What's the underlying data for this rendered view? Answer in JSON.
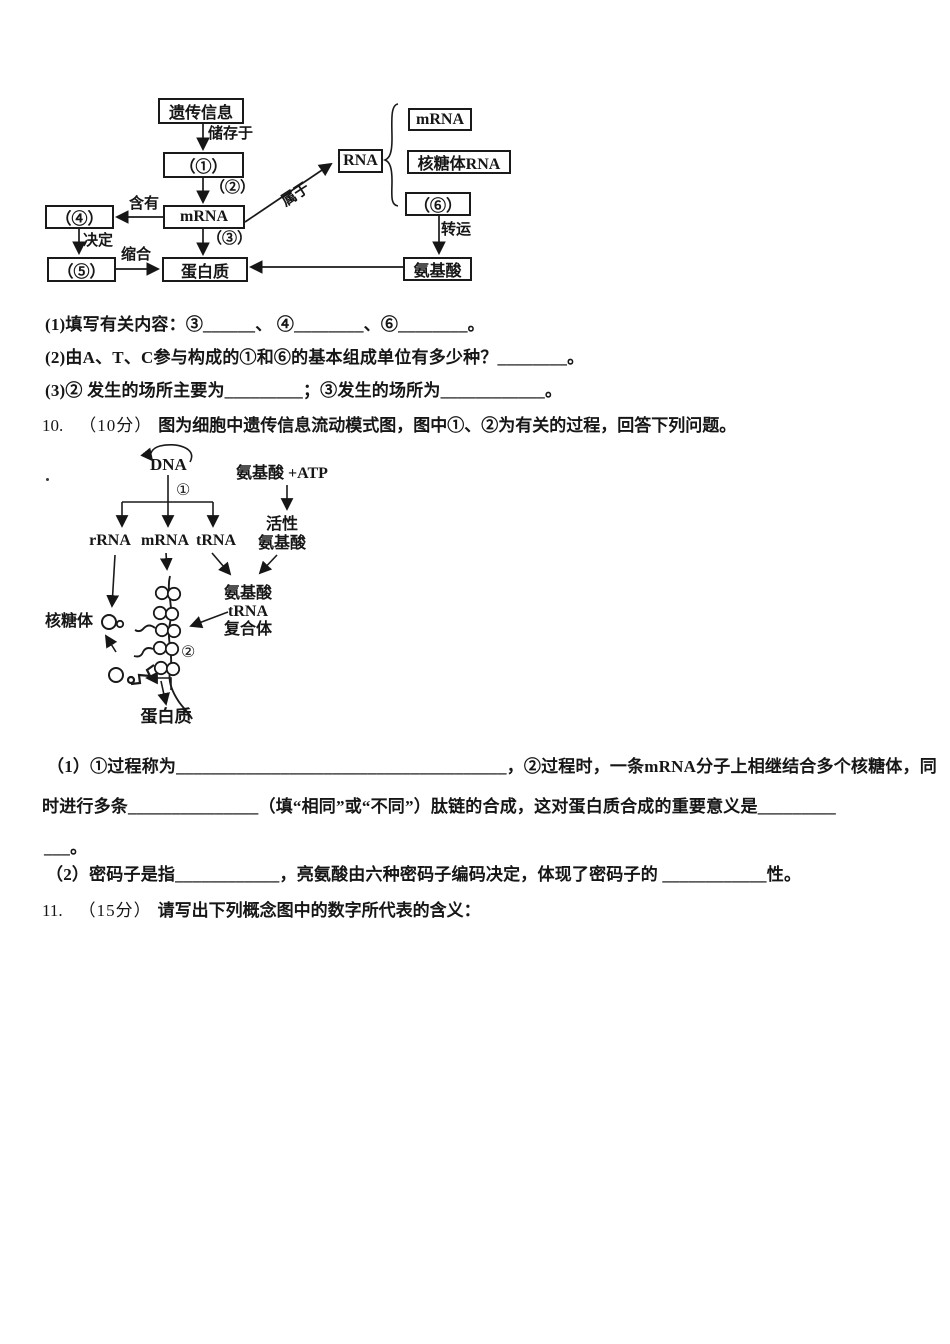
{
  "colors": {
    "paper": "#ffffff",
    "ink": "#161616"
  },
  "q9": {
    "flowchart": {
      "genetic_info": "遗传信息",
      "store": "储存于",
      "b1": "（①）",
      "b2": "（②）",
      "mrna_center": "mRNA",
      "b3": "（③）",
      "contain": "含有",
      "b4": "（④）",
      "decide": "决定",
      "b5": "（⑤）",
      "condense": "缩合",
      "protein": "蛋白质",
      "belong": "属于",
      "rna": "RNA",
      "mrna_right": "mRNA",
      "ribosomal_rna": "核糖体RNA",
      "b6": "（⑥）",
      "transport": "转运",
      "amino_acid": "氨基酸"
    },
    "lines": [
      "(1)填写有关内容：③______、 ④________、⑥________。",
      "(2)由A、T、C参与构成的①和⑥的基本组成单位有多少种？________。",
      "(3)② 发生的场所主要为_________；③发生的场所为____________。"
    ]
  },
  "q10": {
    "number": "10.",
    "score": "（10分）",
    "stem": "图为细胞中遗传信息流动模式图，图中①、②为有关的过程，回答下列问题。",
    "figure": {
      "dna": "DNA",
      "step1": "①",
      "step2": "②",
      "rrna": "rRNA",
      "mrna": "mRNA",
      "trna": "tRNA",
      "amino_atp": "氨基酸 +ATP",
      "active_line1": "活性",
      "active_line2": "氨基酸",
      "complex_line1": "氨基酸",
      "complex_line2": "tRNA",
      "complex_line3": "复合体",
      "ribosome": "核糖体",
      "protein": "蛋白质"
    },
    "lines": [
      "（1）①过程称为______________________________________，②过程时，一条mRNA分子上相继结合多个核糖体，同",
      "时进行多条_______________（填“相同”或“不同”）肽链的合成，这对蛋白质合成的重要意义是_________",
      "___。",
      "（2）密码子是指____________，亮氨酸由六种密码子编码决定，体现了密码子的 ____________性。"
    ]
  },
  "q11": {
    "number": "11.",
    "score": "（15分）",
    "stem": "请写出下列概念图中的数字所代表的含义："
  }
}
